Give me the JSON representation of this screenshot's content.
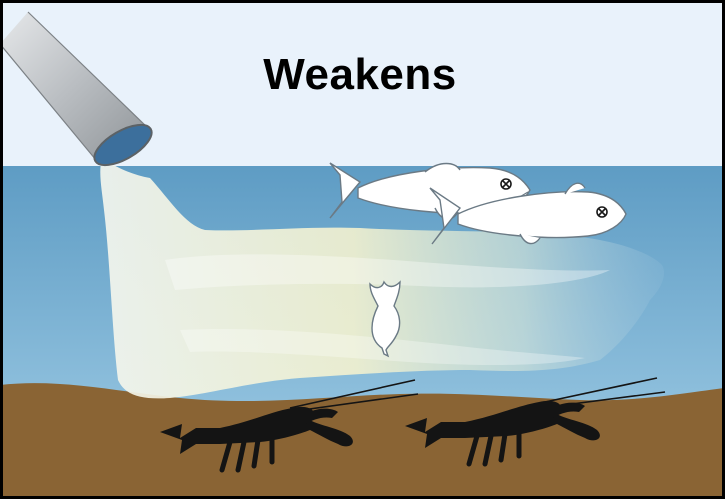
{
  "title": "Weakens",
  "colors": {
    "sky": "#e9f2fb",
    "water_top": "#5e9cc4",
    "water_bottom": "#8fc0de",
    "sediment": "#8a6434",
    "plume_light": "#f7f5d6",
    "pipe": "#c4c8cc",
    "fish": "#ffffff",
    "crayfish": "#141414",
    "frame": "#000000"
  },
  "icons": [
    "discharge-pipe",
    "dead-fish",
    "dead-fish",
    "dead-invertebrate",
    "crayfish",
    "crayfish"
  ]
}
